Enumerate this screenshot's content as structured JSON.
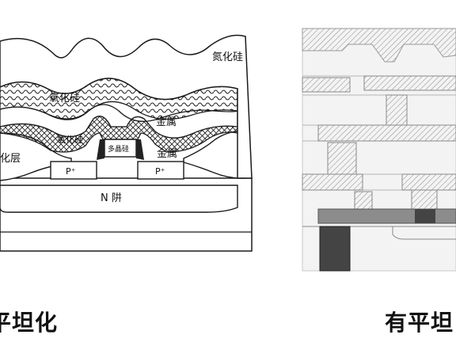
{
  "left_diagram": {
    "labels": {
      "silicon_nitride": "氮化硅",
      "silicon_oxide_upper": "氧化硅",
      "metal_upper": "金属",
      "silicon_oxide_lower": "氧化硅",
      "polysilicon": "多晶硅",
      "metal_lower": "金属",
      "oxide_layer": "化层",
      "p_plus_left": "P⁺",
      "p_plus_right": "P⁺",
      "n_well": "N  阱"
    },
    "caption": "平坦化"
  },
  "right_diagram": {
    "caption": "有平坦"
  },
  "colors": {
    "line": "#1a1a1a",
    "hatch_gray": "#8a8a8a",
    "light_fill": "#f4f4f4",
    "dark_block": "#444444",
    "mid_block": "#8c8c8c"
  }
}
